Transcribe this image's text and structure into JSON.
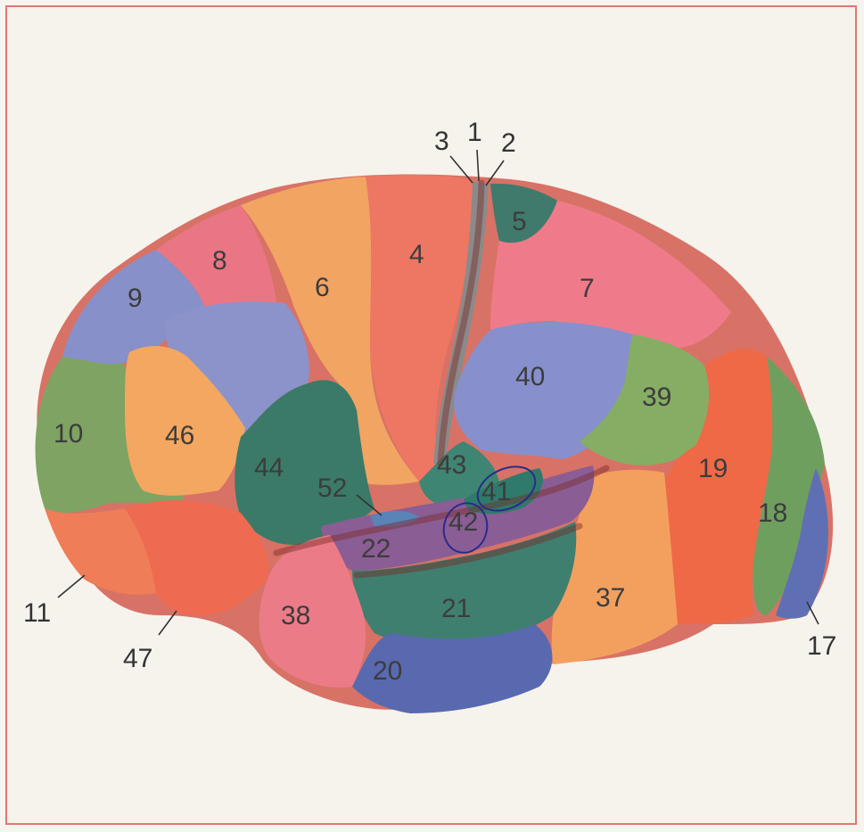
{
  "figure": {
    "type": "lateral-brain-area-map",
    "frame_color": "#e0786e",
    "background_color": "#f5f3ec"
  },
  "areas": [
    {
      "id": "1",
      "label": "1",
      "color": "#8a8a8a"
    },
    {
      "id": "2",
      "label": "2",
      "color": "#8a8a8a"
    },
    {
      "id": "3",
      "label": "3",
      "color": "#8a8a8a"
    },
    {
      "id": "4",
      "label": "4",
      "color": "#ee7763"
    },
    {
      "id": "5",
      "label": "5",
      "color": "#3f7a6c"
    },
    {
      "id": "6",
      "label": "6",
      "color": "#f2a463"
    },
    {
      "id": "7",
      "label": "7",
      "color": "#ef7b8a"
    },
    {
      "id": "8",
      "label": "8",
      "color": "#ea7685"
    },
    {
      "id": "9",
      "label": "9",
      "color": "#8790c8"
    },
    {
      "id": "10",
      "label": "10",
      "color": "#7fa363"
    },
    {
      "id": "11",
      "label": "11",
      "color": "#ee7d58"
    },
    {
      "id": "17",
      "label": "17",
      "color": "#5f6fb4"
    },
    {
      "id": "18",
      "label": "18",
      "color": "#6f9f5f"
    },
    {
      "id": "19",
      "label": "19",
      "color": "#ef6946"
    },
    {
      "id": "20",
      "label": "20",
      "color": "#5969b0"
    },
    {
      "id": "21",
      "label": "21",
      "color": "#3f7f70"
    },
    {
      "id": "22",
      "label": "22",
      "color": "#8a5d94"
    },
    {
      "id": "37",
      "label": "37",
      "color": "#f3a05f"
    },
    {
      "id": "38",
      "label": "38",
      "color": "#ec7b88"
    },
    {
      "id": "39",
      "label": "39",
      "color": "#86ad64"
    },
    {
      "id": "40",
      "label": "40",
      "color": "#8790cd"
    },
    {
      "id": "41",
      "label": "41",
      "color": "#2f7a6a"
    },
    {
      "id": "42",
      "label": "42",
      "color": "#2f7a6a"
    },
    {
      "id": "43",
      "label": "43",
      "color": "#3f8573"
    },
    {
      "id": "44",
      "label": "44",
      "color": "#3b7a68"
    },
    {
      "id": "46",
      "label": "46",
      "color": "#f3a761"
    },
    {
      "id": "47",
      "label": "47",
      "color": "#ee6a50"
    },
    {
      "id": "52",
      "label": "52",
      "color": "#5a83b8"
    }
  ]
}
